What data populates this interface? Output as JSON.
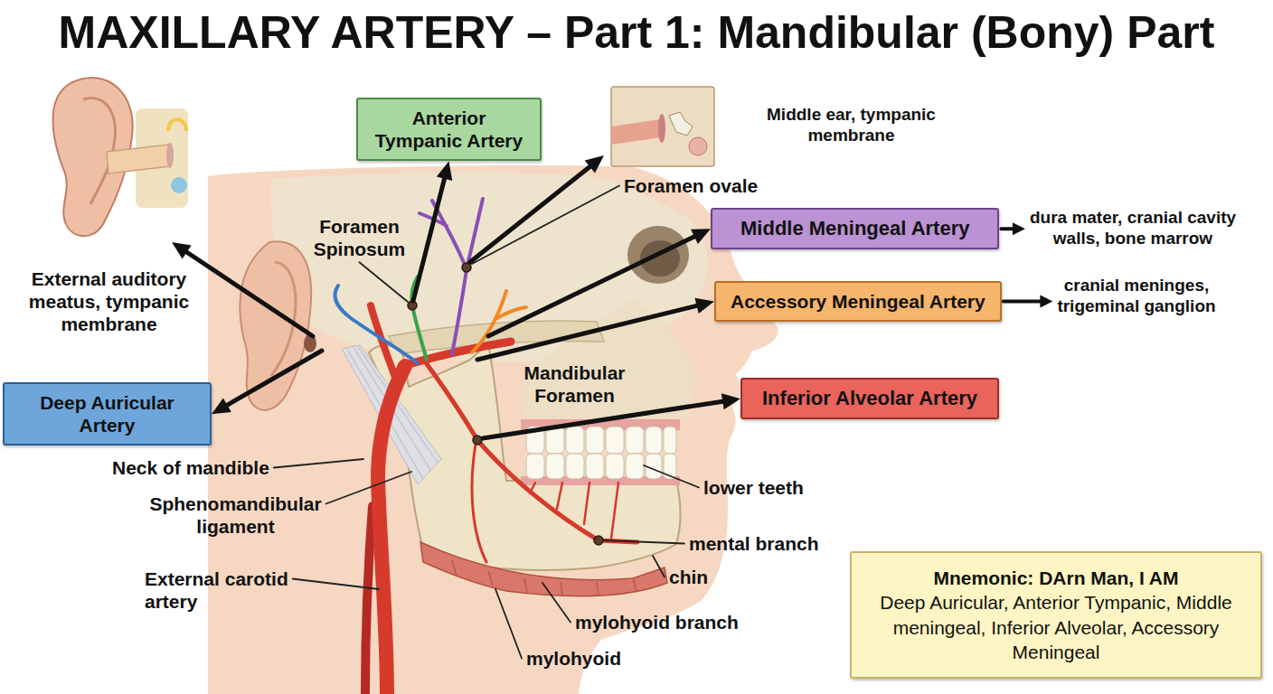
{
  "diagram": {
    "title": "MAXILLARY ARTERY – Part 1: Mandibular (Bony) Part",
    "nodes": [
      {
        "text": [
          "Anterior Tympanic Artery"
        ]
      },
      {
        "text": [
          "Middle Meningeal Artery"
        ]
      },
      {
        "text": [
          "Accessory Meningeal Artery"
        ]
      },
      {
        "text": [
          "Deep Auricular Artery"
        ]
      },
      {
        "text": [
          "Inferior Alveolar Artery"
        ]
      },
      {
        "text": [
          "Mnemonic: DArn Man, I AM",
          "Deep Auricular, Anterior Tympanic, Middle meningeal, Inferior Alveolar, Accessory Meningeal"
        ]
      }
    ],
    "labels": [
      "External auditory meatus, tympanic membrane",
      "Foramen Spinosum",
      "Middle ear, tympanic membrane",
      "Foramen ovale",
      "dura mater, cranial cavity walls, bone marrow",
      "cranial meninges, trigeminal ganglion",
      "Mandibular Foramen",
      "Neck of mandible",
      "Sphenomandibular ligament",
      "External carotid artery",
      "lower teeth",
      "mental branch",
      "chin",
      "mylohyoid branch",
      "mylohyoid"
    ]
  }
}
